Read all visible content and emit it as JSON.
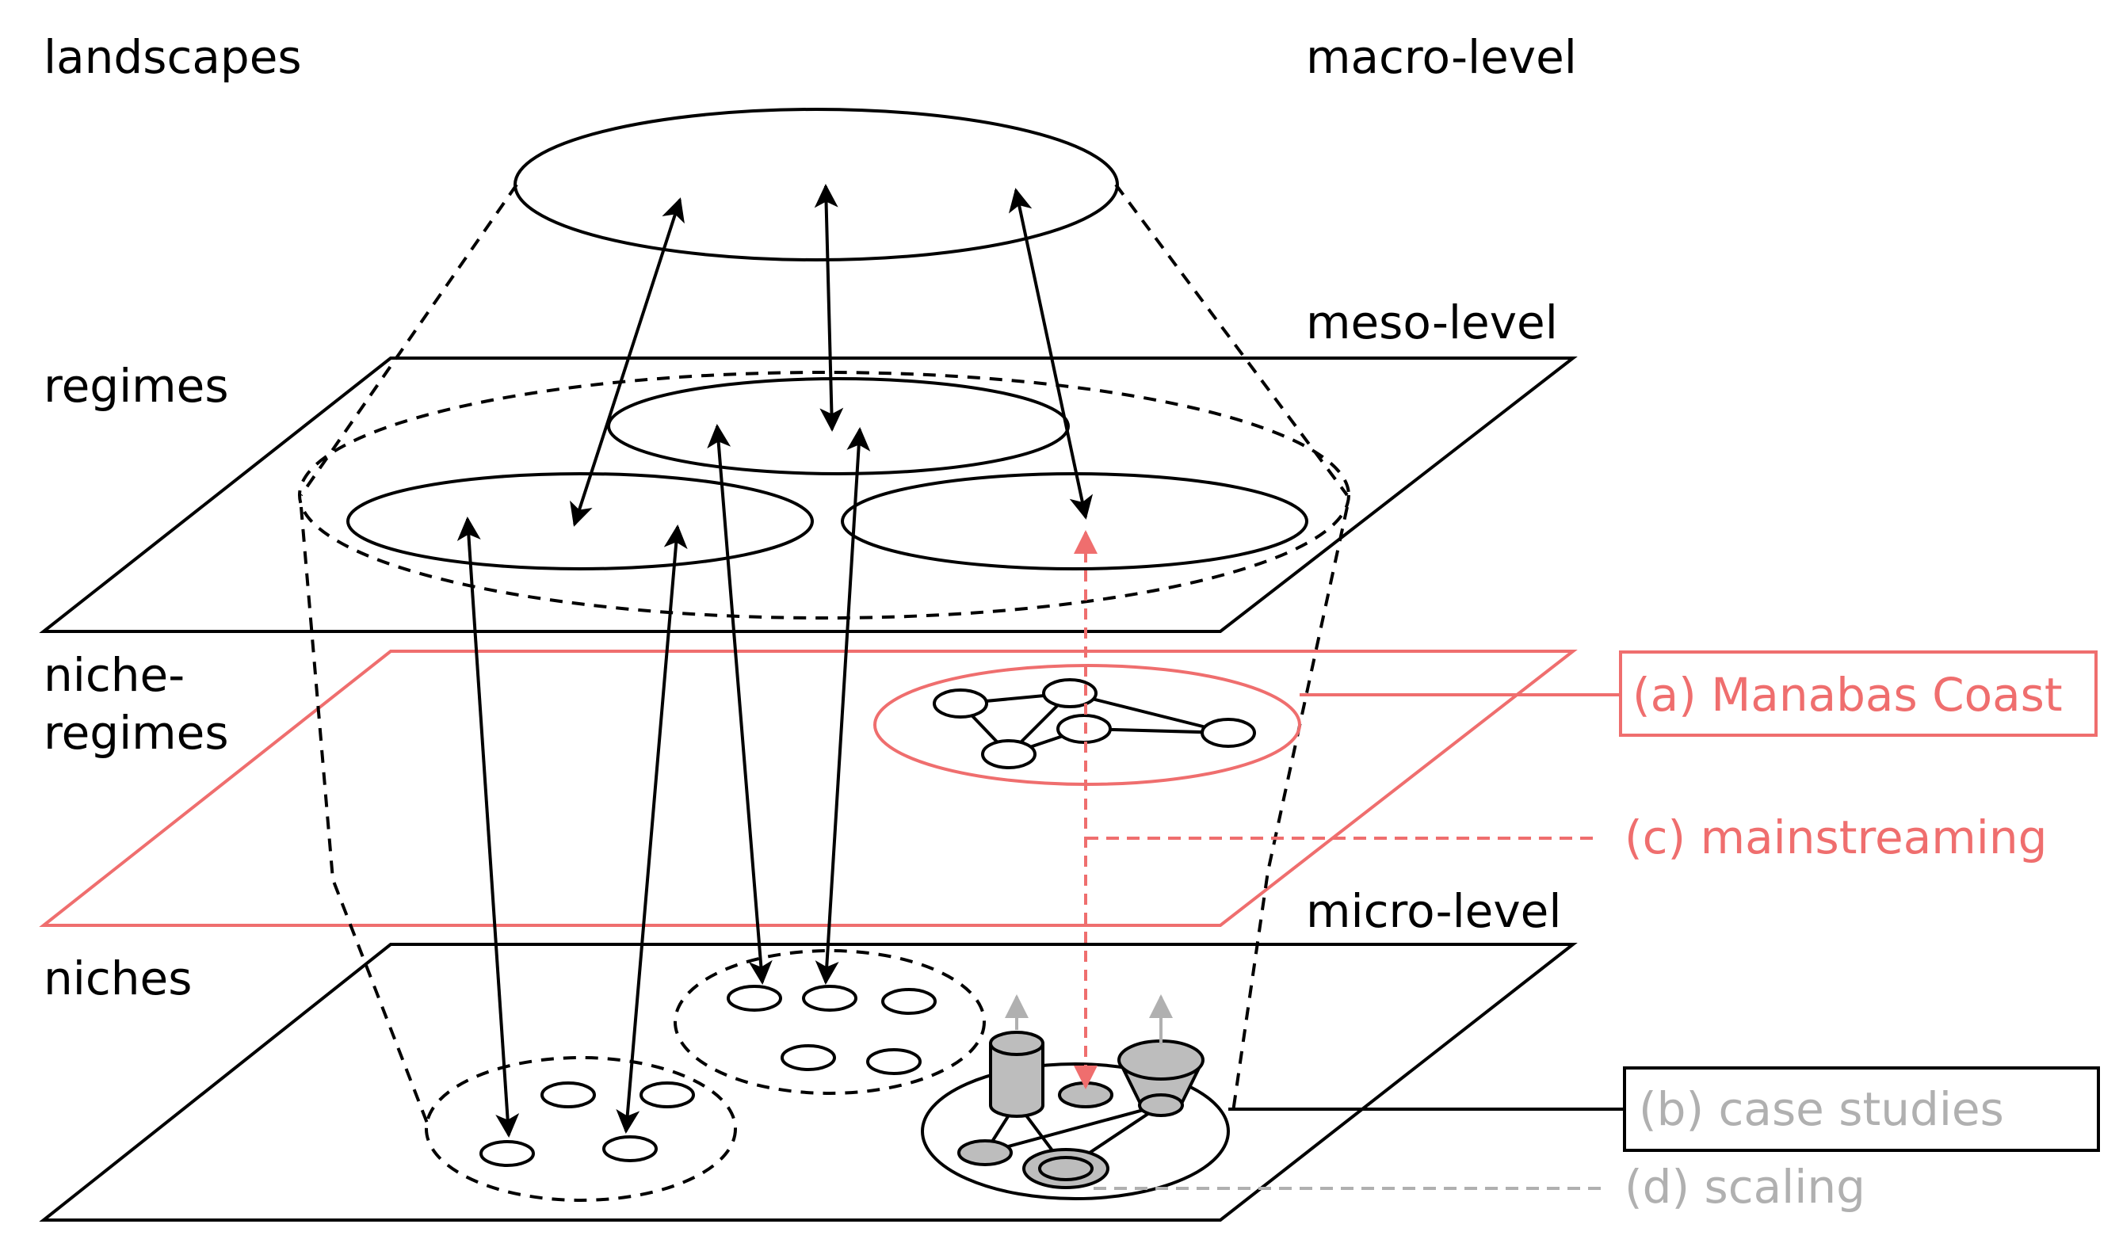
{
  "labels": {
    "landscapes": "landscapes",
    "regimes": "regimes",
    "niche_regimes_1": "niche-",
    "niche_regimes_2": "regimes",
    "niches": "niches",
    "macro_level": "macro-level",
    "meso_level": "meso-level",
    "micro_level": "micro-level"
  },
  "annotations": {
    "a": "(a) Manabas Coast",
    "b": "(b) case studies",
    "c": "(c) mainstreaming",
    "d": "(d) scaling"
  },
  "colors": {
    "black": "#000000",
    "red": "#ef6e6e",
    "gray_text": "#b0b0b0",
    "gray_fill": "#bdbdbd"
  }
}
